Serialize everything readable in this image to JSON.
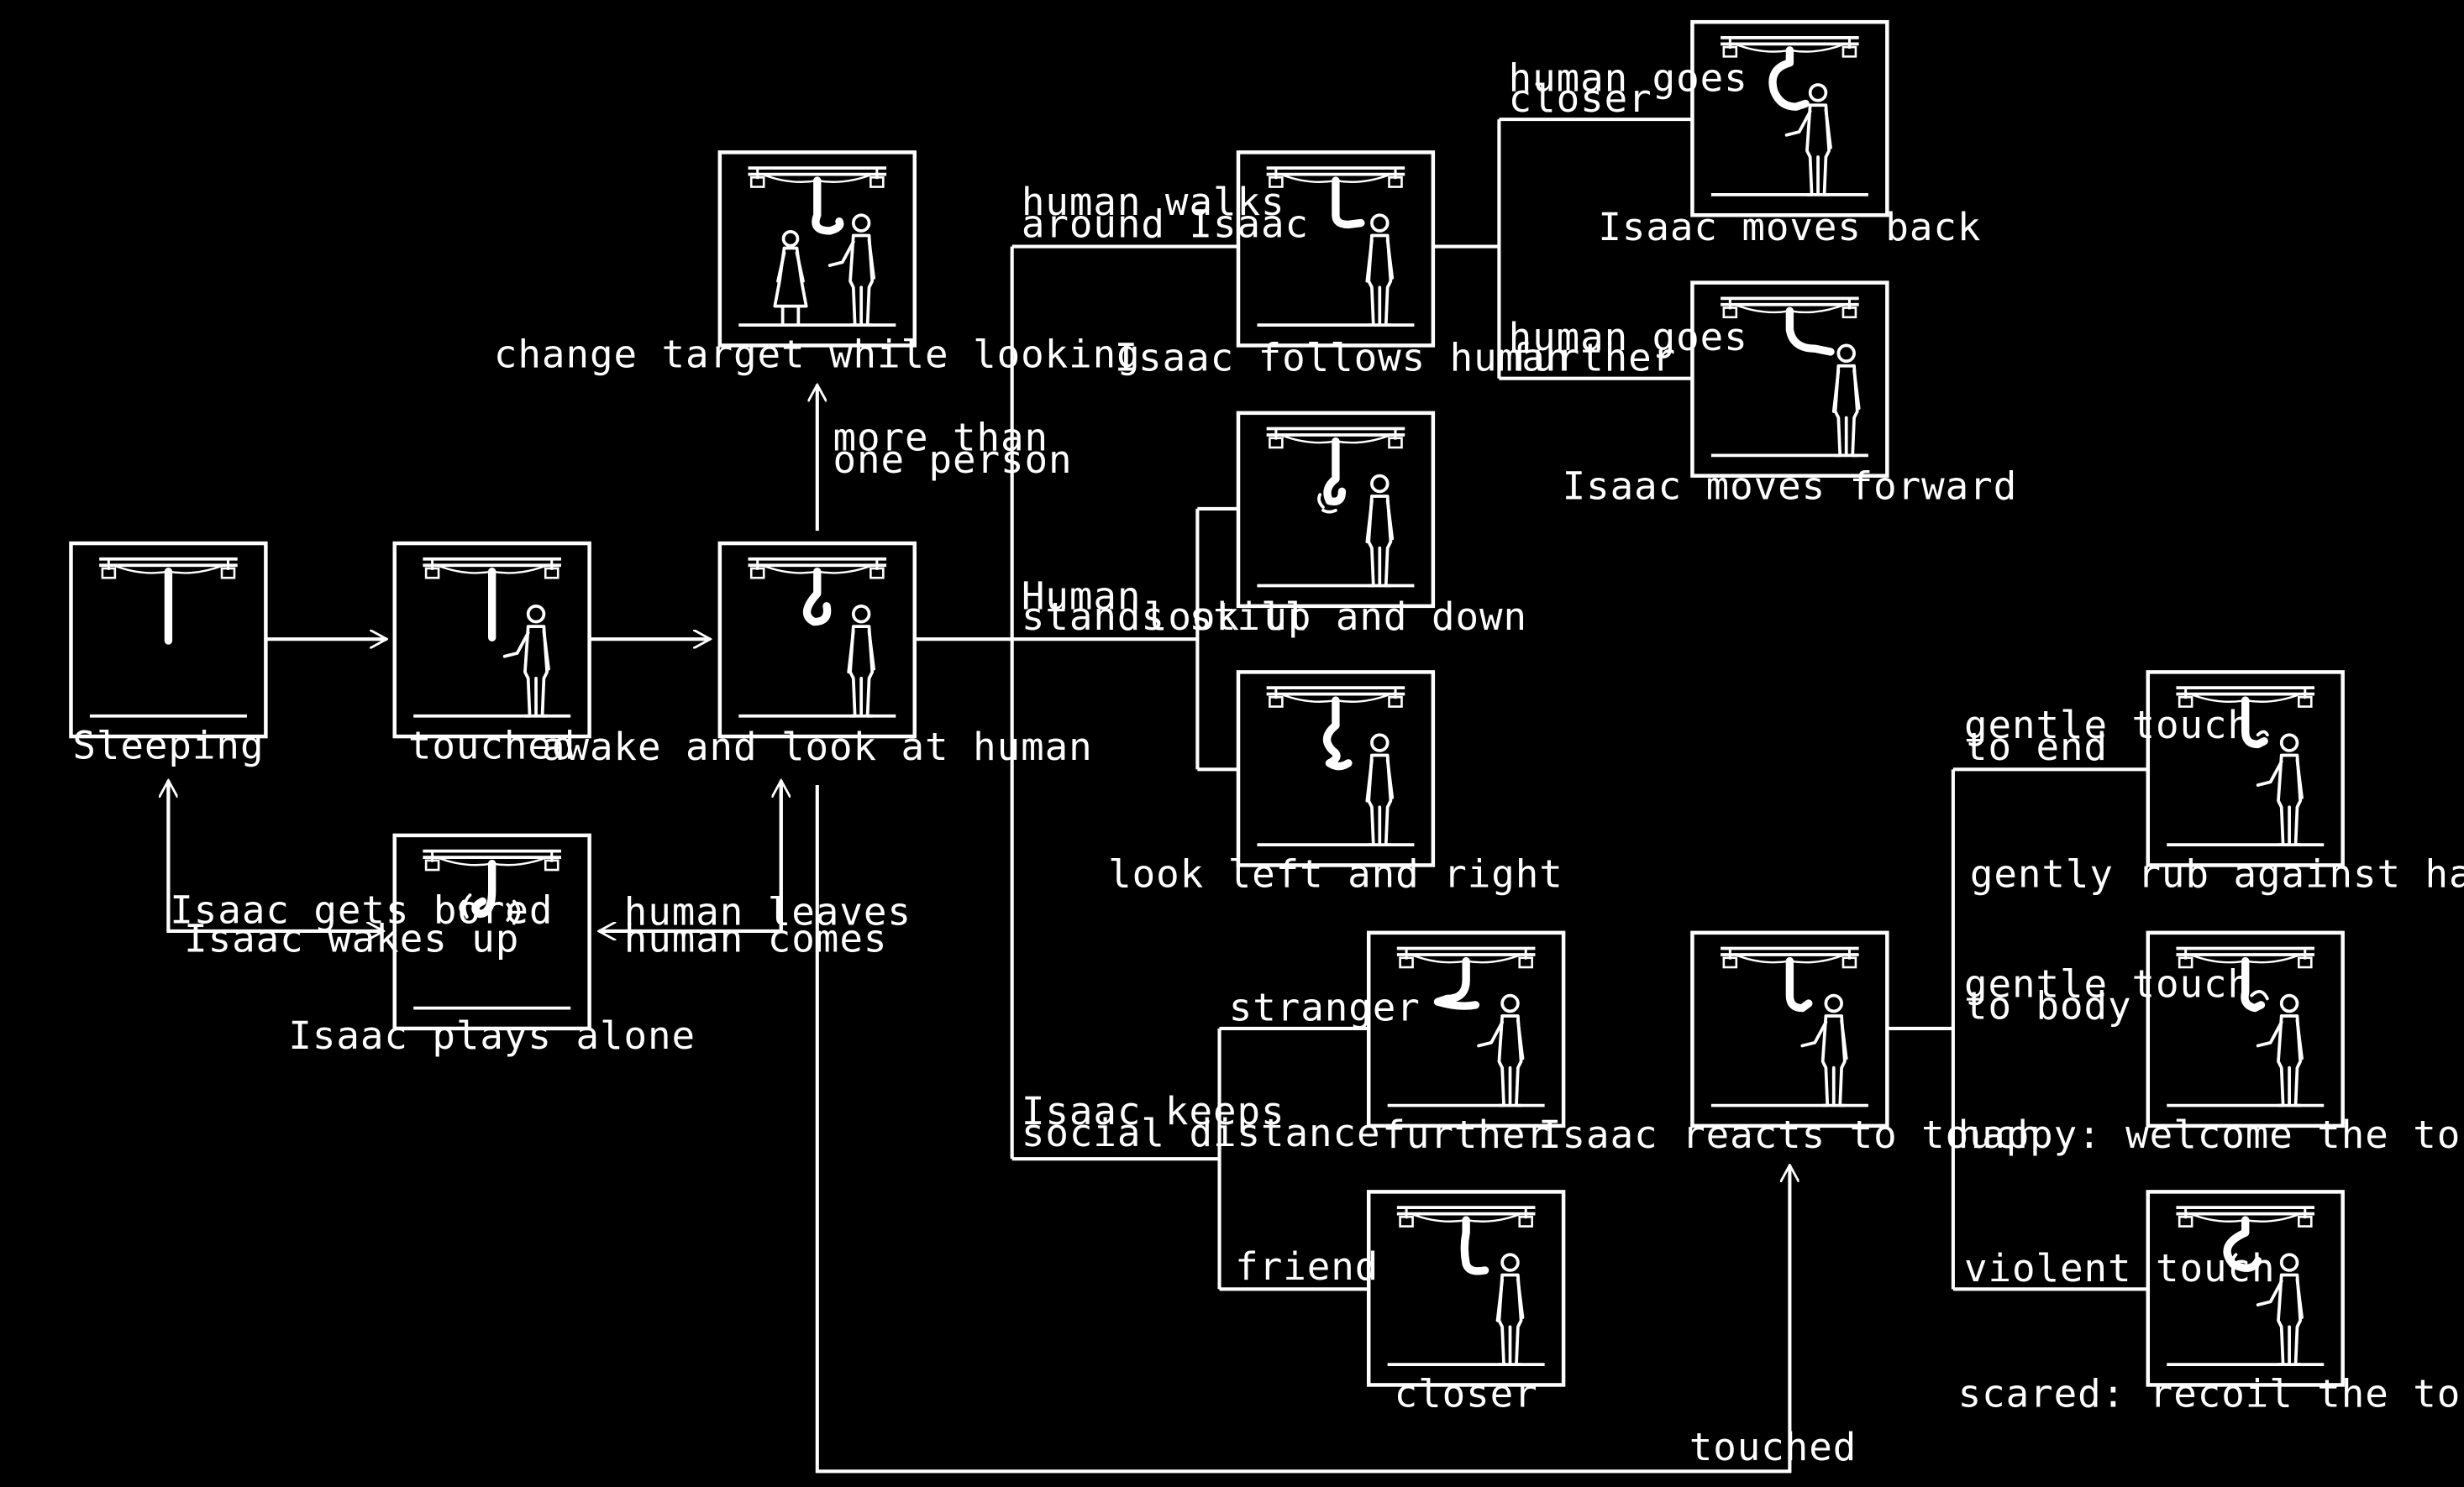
{
  "diagram": {
    "nodes": {
      "sleeping": "Sleeping",
      "touched": "touched",
      "awake": "awake and look at human",
      "plays_alone": "Isaac plays alone",
      "change_target": "change target while looking",
      "follows": "Isaac follows human",
      "moves_back": "Isaac moves back",
      "moves_forward": "Isaac moves forward",
      "look_up_down": "look up and down",
      "look_left_right": "look left and right",
      "further": "further",
      "closer": "closer",
      "reacts_touch": "Isaac reacts to touch",
      "rub_hand": "gently rub against hand",
      "welcome_touch": "happy: welcome the touch",
      "recoil_touch": "scared: recoil the touch"
    },
    "edges": {
      "more_than_one_1": "more than",
      "more_than_one_2": "one person",
      "walks_around_1": "human walks",
      "walks_around_2": "around Isaac",
      "stands_still_1": "Human",
      "stands_still_2": "stands still",
      "social_distance_1": "Isaac keeps",
      "social_distance_2": "social distance",
      "goes_closer_1": "human goes",
      "goes_closer_2": "closer",
      "goes_further_1": "human goes",
      "goes_further_2": "further",
      "gets_bored": "Isaac gets bored",
      "wakes_up": "Isaac wakes up",
      "human_leaves": "human leaves",
      "human_comes": "human comes",
      "stranger": "stranger",
      "friend": "friend",
      "gentle_end_1": "gentle touch",
      "gentle_end_2": "to end",
      "gentle_body_1": "gentle touch",
      "gentle_body_2": "to body",
      "violent": "violent touch",
      "touched_loop": "touched"
    }
  }
}
